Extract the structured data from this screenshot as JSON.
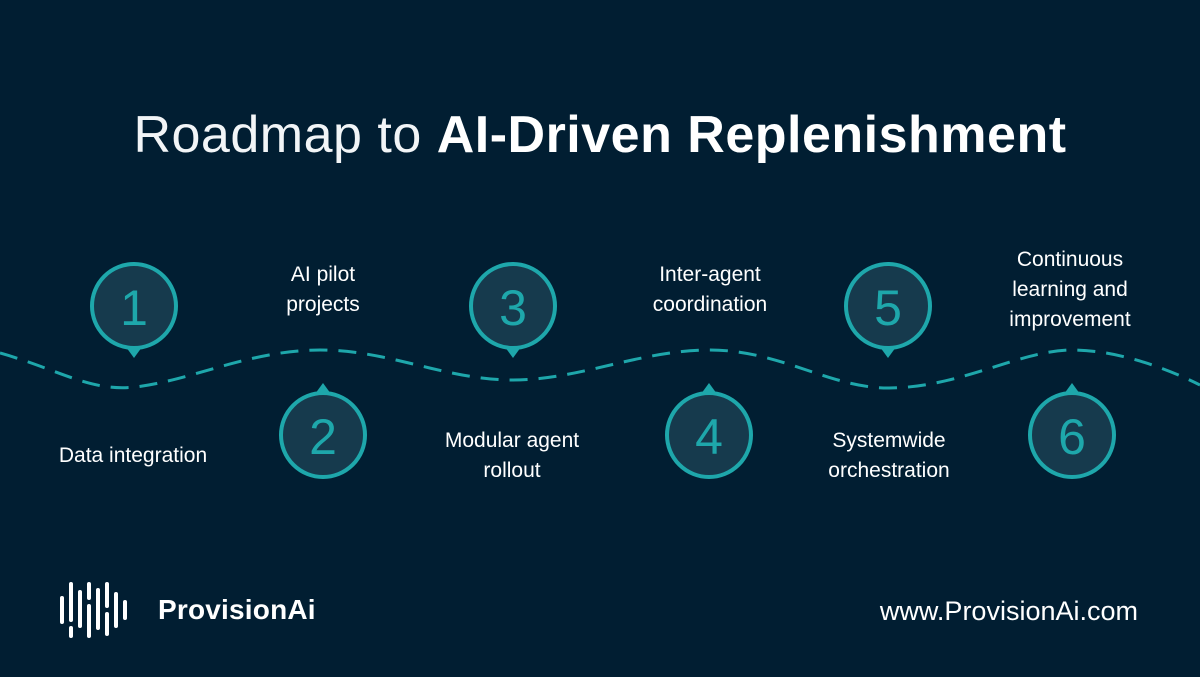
{
  "title": {
    "light": "Roadmap to",
    "bold": "AI-Driven Replenishment"
  },
  "colors": {
    "background": "#011e32",
    "accent": "#1ea7ab",
    "marker_fill": "#163a4d",
    "text": "#ffffff"
  },
  "steps": [
    {
      "number": "1",
      "label_lines": [
        "Data integration"
      ],
      "position": "above-path"
    },
    {
      "number": "2",
      "label_lines": [
        "AI pilot",
        "projects"
      ],
      "position": "below-path"
    },
    {
      "number": "3",
      "label_lines": [
        "Modular agent",
        "rollout"
      ],
      "position": "above-path"
    },
    {
      "number": "4",
      "label_lines": [
        "Inter-agent",
        "coordination"
      ],
      "position": "below-path"
    },
    {
      "number": "5",
      "label_lines": [
        "Systemwide",
        "orchestration"
      ],
      "position": "above-path"
    },
    {
      "number": "6",
      "label_lines": [
        "Continuous",
        "learning and",
        "improvement"
      ],
      "position": "below-path"
    }
  ],
  "footer": {
    "brand": "ProvisionAi",
    "logo_icon": "provisionai-bars-logo",
    "website": "www.ProvisionAi.com"
  }
}
